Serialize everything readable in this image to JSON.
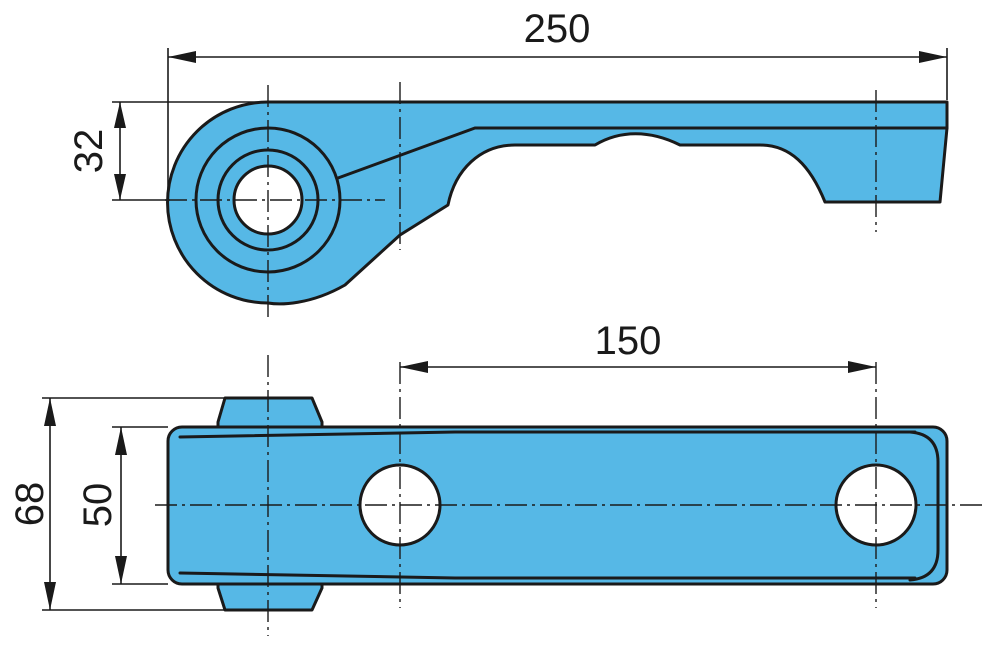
{
  "dimensions": {
    "overall_length": "250",
    "hole_spacing": "150",
    "eye_offset": "32",
    "eye_width": "68",
    "body_width": "50"
  },
  "colors": {
    "part_fill": "#56b8e6",
    "line": "#1a1a1a",
    "background": "#ffffff"
  }
}
